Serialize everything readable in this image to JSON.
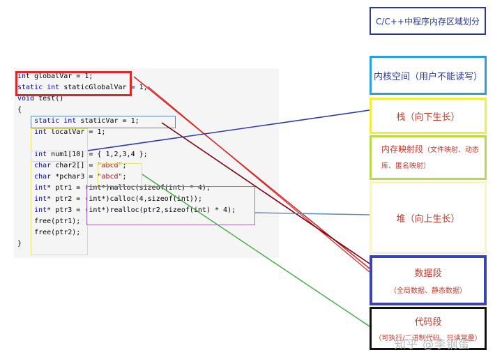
{
  "title": "C/C++中程序内存区域划分",
  "code_lines": [
    {
      "pre": "",
      "kw": "int",
      "rest": " globalVar = 1;",
      "str": "",
      "tail": ""
    },
    {
      "pre": "",
      "kw": "static int",
      "rest": " staticGlobalVar = 1;",
      "str": "",
      "tail": ""
    },
    {
      "pre": "",
      "kw": "void",
      "rest": " test()",
      "str": "",
      "tail": ""
    },
    {
      "pre": "{",
      "kw": "",
      "rest": "",
      "str": "",
      "tail": ""
    },
    {
      "pre": "    ",
      "kw": "static int",
      "rest": " staticVar = 1;",
      "str": "",
      "tail": ""
    },
    {
      "pre": "    ",
      "kw": "int",
      "rest": " localVar = 1;",
      "str": "",
      "tail": ""
    },
    {
      "pre": "",
      "kw": "",
      "rest": "",
      "str": "",
      "tail": ""
    },
    {
      "pre": "    ",
      "kw": "int",
      "rest": " num1[10] = { 1,2,3,4 };",
      "str": "",
      "tail": ""
    },
    {
      "pre": "    ",
      "kw": "char",
      "rest": " char2[] = ",
      "str": "\"abcd\"",
      "tail": ";"
    },
    {
      "pre": "    ",
      "kw": "char",
      "rest": " *pchar3 = ",
      "str": "\"abcd\"",
      "tail": ";"
    },
    {
      "pre": "    ",
      "kw": "int",
      "rest": "* ptr1 = (int*)malloc(sizeof(int) * 4);",
      "str": "",
      "tail": ""
    },
    {
      "pre": "    ",
      "kw": "int",
      "rest": "* ptr2 = (int*)calloc(4,sizeof(int));",
      "str": "",
      "tail": ""
    },
    {
      "pre": "    ",
      "kw": "int",
      "rest": "* ptr3 = (int*)realloc(ptr2,sizeof(int) * 4);",
      "str": "",
      "tail": ""
    },
    {
      "pre": "    free(ptr1);",
      "kw": "",
      "rest": "",
      "str": "",
      "tail": ""
    },
    {
      "pre": "    free(ptr2);",
      "kw": "",
      "rest": "",
      "str": "",
      "tail": ""
    },
    {
      "pre": "}",
      "kw": "",
      "rest": "",
      "str": "",
      "tail": ""
    }
  ],
  "regions": [
    {
      "title": "内核空间（用户不能读写）",
      "sub": "",
      "color": "#2aa0d8",
      "text_color": "#2a3a9a"
    },
    {
      "title": "栈（向下生长）",
      "sub": "",
      "color": "#f2ef3a",
      "text_color": "#c0392b"
    },
    {
      "title": "内存映射段",
      "sub": "（文件映射、动态库、匿名映射）",
      "color": "#b6d94c",
      "text_color": "#c0392b"
    },
    {
      "title": "堆（向上生长）",
      "sub": "",
      "color": "#f7f4c8",
      "text_color": "#c0392b"
    },
    {
      "title": "数据段",
      "sub": "（全局数据、静态数据）",
      "color": "#3a44b0",
      "text_color": "#c0392b"
    },
    {
      "title": "代码段",
      "sub": "（可执行/二进制代码、只读常量）",
      "color": "#111111",
      "text_color": "#c0392b"
    }
  ],
  "colors": {
    "red": "#d42a2a",
    "darkred": "#7a0010",
    "blue": "#2e3aa8",
    "green": "#3aaa3a",
    "steel": "#5b86b0"
  },
  "watermark": "知乎 @李钢蛋"
}
